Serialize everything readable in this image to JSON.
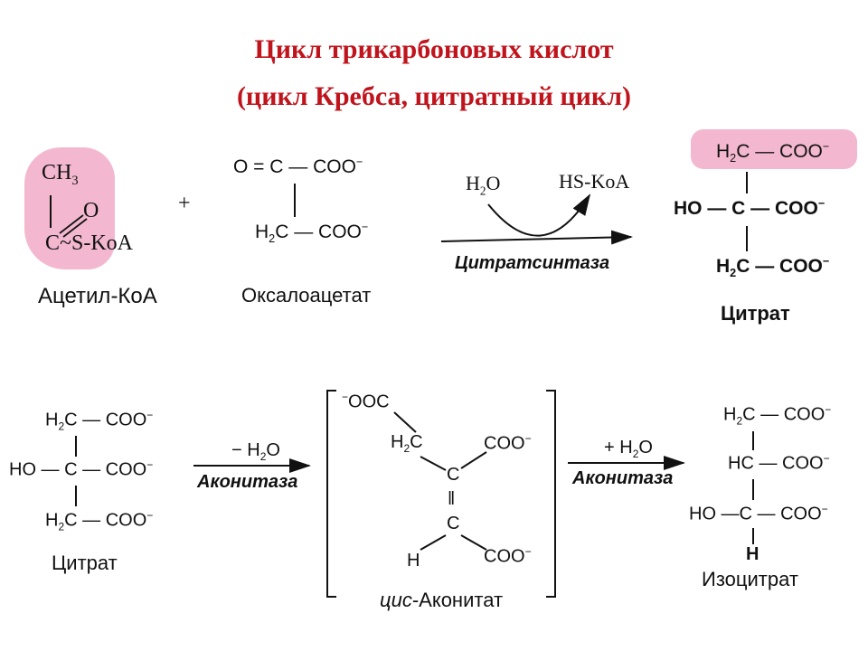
{
  "title": {
    "line1": "Цикл трикарбоновых кислот",
    "line2": "(цикл Кребса, цитратный цикл)"
  },
  "colors": {
    "title": "#c0141c",
    "highlight": "#f3b8cf"
  },
  "reaction1": {
    "acetyl_coa": {
      "ch3": "CH",
      "ch3_sub": "3",
      "o": "O",
      "c_skoa": "C~S-KoA",
      "name": "Ацетил-КоА"
    },
    "plus": "+",
    "oxaloacetate": {
      "line1": "O = C — COO",
      "line1_sup": "−",
      "line3": "H",
      "line3_sub": "2",
      "line3_rest": "C — COO",
      "line3_sup": "−",
      "name": "Оксалоацетат"
    },
    "arrow": {
      "h2o": "H",
      "h2o_sub": "2",
      "h2o_rest": "O",
      "hskoa": "HS-KoA",
      "enzyme": "Цитратсинтаза"
    },
    "citrate": {
      "r1a": "H",
      "r1sub": "2",
      "r1b": "C — COO",
      "r1sup": "−",
      "r2": "HO — C — COO",
      "r2sup": "−",
      "r3a": "H",
      "r3sub": "2",
      "r3b": "C — COO",
      "r3sup": "−",
      "name": "Цитрат"
    }
  },
  "reaction2": {
    "citrate": {
      "r1a": "H",
      "r1sub": "2",
      "r1b": "C — COO",
      "r1sup": "−",
      "r2": "HO — C — COO",
      "r2sup": "−",
      "r3a": "H",
      "r3sub": "2",
      "r3b": "C — COO",
      "r3sup": "−",
      "name": "Цитрат"
    },
    "arrow1": {
      "label": "− H",
      "label_sub": "2",
      "label_rest": "O",
      "enzyme": "Аконитаза"
    },
    "cis_aconitate": {
      "ooc_sup": "−",
      "ooc": "OOC",
      "h2c_a": "H",
      "h2c_sub": "2",
      "h2c_b": "C",
      "coo1": "COO",
      "coo1_sup": "−",
      "c1": "C",
      "eq": "‖",
      "c2": "C",
      "h": "H",
      "coo2": "COO",
      "coo2_sup": "−",
      "name_italic": "цис",
      "name_rest": "-Аконитат"
    },
    "arrow2": {
      "label": "+ H",
      "label_sub": "2",
      "label_rest": "O",
      "enzyme": "Аконитаза"
    },
    "isocitrate": {
      "r1a": "H",
      "r1sub": "2",
      "r1b": "C — COO",
      "r1sup": "−",
      "r2": "HC — COO",
      "r2sup": "−",
      "r3": "HO —C — COO",
      "r3sup": "−",
      "r4": "H",
      "name": "Изоцитрат"
    }
  }
}
